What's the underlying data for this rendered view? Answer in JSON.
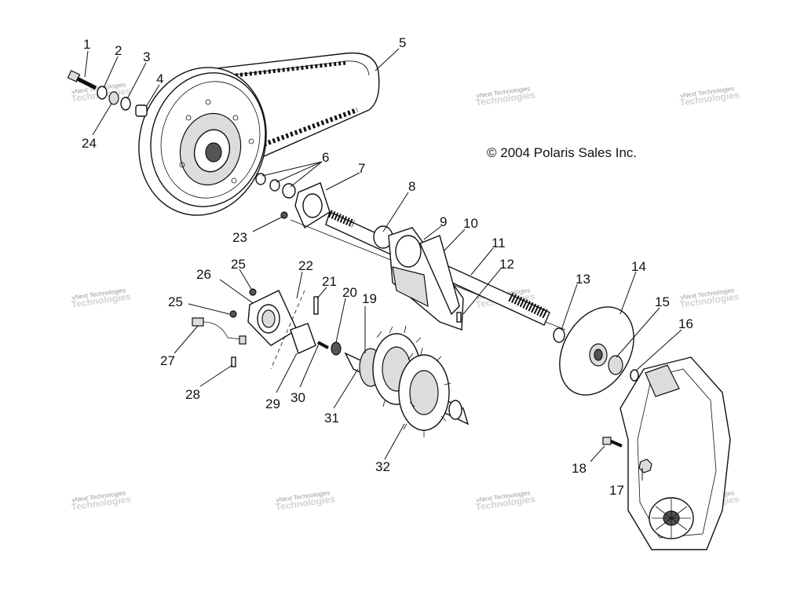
{
  "copyright": "© 2004 Polaris Sales Inc.",
  "watermark": {
    "line1": "vNext Technologies",
    "line2": "Technologies"
  },
  "callouts": [
    "1",
    "2",
    "3",
    "4",
    "5",
    "6",
    "7",
    "8",
    "9",
    "10",
    "11",
    "12",
    "13",
    "14",
    "15",
    "16",
    "17",
    "18",
    "19",
    "20",
    "21",
    "22",
    "23",
    "24",
    "25",
    "25",
    "26",
    "27",
    "28",
    "29",
    "30",
    "31",
    "32"
  ]
}
